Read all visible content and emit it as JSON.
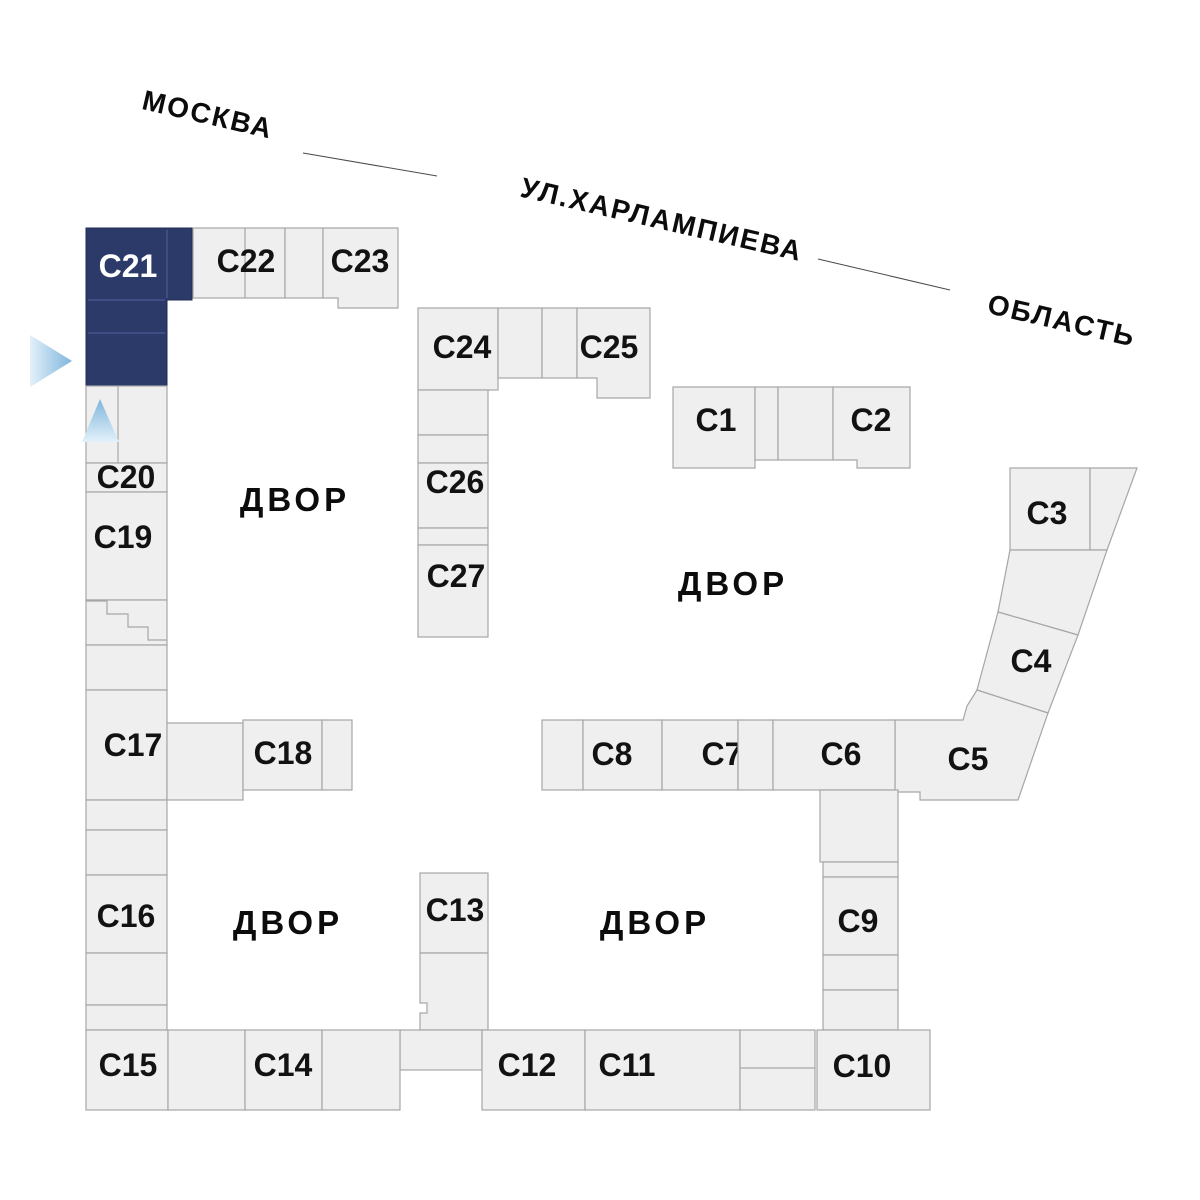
{
  "colors": {
    "building": "#efefef",
    "outline": "#a6a6a6",
    "selected": "#2b3a68",
    "selected_outline": "#1f2c52",
    "selected_divider": "#4a5a94",
    "arrow": "#7fb5dc",
    "arrow_light": "#e2f1fa"
  },
  "street": {
    "left": "МОСКВА",
    "middle": "УЛ.ХАРЛАМПИЕВА",
    "right": "ОБЛАСТЬ"
  },
  "courtyards": [
    "ДВОР",
    "ДВОР",
    "ДВОР",
    "ДВОР"
  ],
  "buildings": [
    {
      "id": "c1",
      "label": "С1",
      "selected": false
    },
    {
      "id": "c2",
      "label": "С2",
      "selected": false
    },
    {
      "id": "c3",
      "label": "С3",
      "selected": false
    },
    {
      "id": "c4",
      "label": "С4",
      "selected": false
    },
    {
      "id": "c5",
      "label": "С5",
      "selected": false
    },
    {
      "id": "c6",
      "label": "С6",
      "selected": false
    },
    {
      "id": "c7",
      "label": "С7",
      "selected": false
    },
    {
      "id": "c8",
      "label": "С8",
      "selected": false
    },
    {
      "id": "c9",
      "label": "С9",
      "selected": false
    },
    {
      "id": "c10",
      "label": "С10",
      "selected": false
    },
    {
      "id": "c11",
      "label": "С11",
      "selected": false
    },
    {
      "id": "c12",
      "label": "С12",
      "selected": false
    },
    {
      "id": "c13",
      "label": "С13",
      "selected": false
    },
    {
      "id": "c14",
      "label": "С14",
      "selected": false
    },
    {
      "id": "c15",
      "label": "С15",
      "selected": false
    },
    {
      "id": "c16",
      "label": "С16",
      "selected": false
    },
    {
      "id": "c17",
      "label": "С17",
      "selected": false
    },
    {
      "id": "c18",
      "label": "С18",
      "selected": false
    },
    {
      "id": "c19",
      "label": "С19",
      "selected": false
    },
    {
      "id": "c20",
      "label": "С20",
      "selected": false
    },
    {
      "id": "c21",
      "label": "С21",
      "selected": true
    },
    {
      "id": "c22",
      "label": "С22",
      "selected": false
    },
    {
      "id": "c23",
      "label": "С23",
      "selected": false
    },
    {
      "id": "c24",
      "label": "С24",
      "selected": false
    },
    {
      "id": "c25",
      "label": "С25",
      "selected": false
    },
    {
      "id": "c26",
      "label": "С26",
      "selected": false
    },
    {
      "id": "c27",
      "label": "С27",
      "selected": false
    }
  ]
}
